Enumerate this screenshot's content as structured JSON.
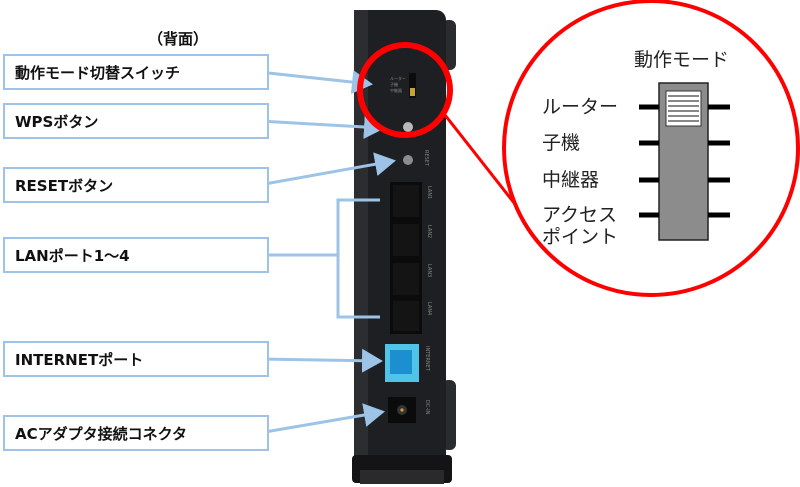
{
  "caption": "（背面）",
  "labels": {
    "mode_switch": "動作モード切替スイッチ",
    "wps": "WPSボタン",
    "reset": "RESETボタン",
    "lan": "LANポート1〜4",
    "internet": "INTERNETポート",
    "ac": "ACアダプタ接続コネクタ"
  },
  "detail": {
    "title": "動作モード",
    "modes": [
      "ルーター",
      "子機",
      "中継器",
      "アクセス\nポイント"
    ],
    "selected": "ルーター"
  },
  "device_text": {
    "reset": "RESET",
    "lan_ports": [
      "LAN1",
      "LAN2",
      "LAN3",
      "LAN4"
    ],
    "internet": "INTERNET",
    "dc_in": "DC-IN"
  },
  "colors": {
    "highlight": "#ff0000",
    "callout_line": "#9dc3e6",
    "internet_port": "#39b9e0",
    "device_body": "#1e1f22"
  }
}
